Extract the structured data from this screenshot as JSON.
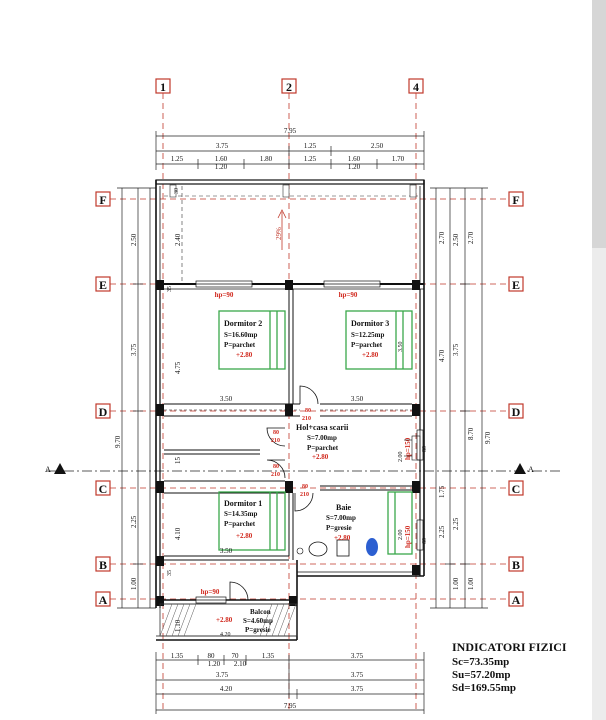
{
  "axes_vertical": [
    "1",
    "2",
    "4"
  ],
  "axes_horizontal": [
    "F",
    "E",
    "D",
    "C",
    "B",
    "A"
  ],
  "section_marker": "A",
  "dims_top": {
    "total": "7.95",
    "row2": [
      "3.75",
      "1.25",
      "2.50"
    ],
    "row3": [
      "1.25",
      "1.60",
      "1.80",
      "1.25",
      "1.60",
      "1.70"
    ],
    "row3b": [
      "1.20",
      "1.20"
    ]
  },
  "dims_bottom": {
    "row1": [
      "1.35",
      "80",
      "70",
      "1.35",
      "3.75"
    ],
    "row1b": [
      "1.20",
      "2.10"
    ],
    "row2": [
      "3.75",
      "3.75"
    ],
    "row3": [
      "4.20",
      "3.75"
    ],
    "total": "7.95"
  },
  "dims_left": {
    "outer": "9.70",
    "inner": [
      "2.50",
      "3.75",
      "2.25",
      "1.00"
    ],
    "innermost": [
      "2.40",
      "4.75",
      "15",
      "4.10",
      "1.10"
    ]
  },
  "dims_right": {
    "outer": "9.70",
    "mid": [
      "2.70",
      "8.70",
      "1.00"
    ],
    "inner": [
      "2.50",
      "3.75",
      "2.25",
      "1.00"
    ],
    "innermost": [
      "2.70",
      "4.70",
      "1.75",
      "2.25"
    ]
  },
  "openings": {
    "hp90_a": "hp=90",
    "hp90_b": "hp=90",
    "hp90_balcon": "hp=90",
    "hp150_a": "hp=150",
    "hp150_b": "hp=150",
    "door1": "80",
    "door1b": "210",
    "door2": "80",
    "door2b": "210",
    "door3": "80",
    "door3b": "210",
    "door4": "80",
    "door4b": "210",
    "slope": "29%",
    "w30": "30",
    "w35": "35",
    "w80": "80",
    "w60": "60",
    "w2_00": "2.00"
  },
  "rooms": {
    "dormitor2": {
      "name": "Dormitor 2",
      "area": "S=16.60mp",
      "floor": "P=parchet",
      "level": "+2.80"
    },
    "dormitor3": {
      "name": "Dormitor 3",
      "area": "S=12.25mp",
      "floor": "P=parchet",
      "level": "+2.80"
    },
    "hol": {
      "name": "Hol+casa scarii",
      "area": "S=7.00mp",
      "floor": "P=parchet",
      "level": "+2.80"
    },
    "dormitor1": {
      "name": "Dormitor 1",
      "area": "S=14.35mp",
      "floor": "P=parchet",
      "level": "+2.80"
    },
    "baie": {
      "name": "Baie",
      "area": "S=7.00mp",
      "floor": "P=gresie",
      "level": "+2.80"
    },
    "balcon": {
      "name": "Balcon",
      "area": "S=4.60mp",
      "floor": "P=gresie",
      "level": "+2.80"
    }
  },
  "interior_dims": {
    "d2_width": "3.50",
    "d3_width": "3.50",
    "d1_width": "3.50",
    "balcon_width": "4.20",
    "d3_side": "3.50",
    "hol_side": "2.00",
    "baie_side": "2.00"
  },
  "indicators": {
    "title": "INDICATORI FIZICI",
    "sc": "Sc=73.35mp",
    "su": "Su=57.20mp",
    "sd": "Sd=169.55mp"
  },
  "colors": {
    "line": "#1a1a1a",
    "axis_red": "#c0392b",
    "label_red": "#d12a1f",
    "grid_green": "#3aa84a",
    "door_blue": "#2c5fd1"
  }
}
